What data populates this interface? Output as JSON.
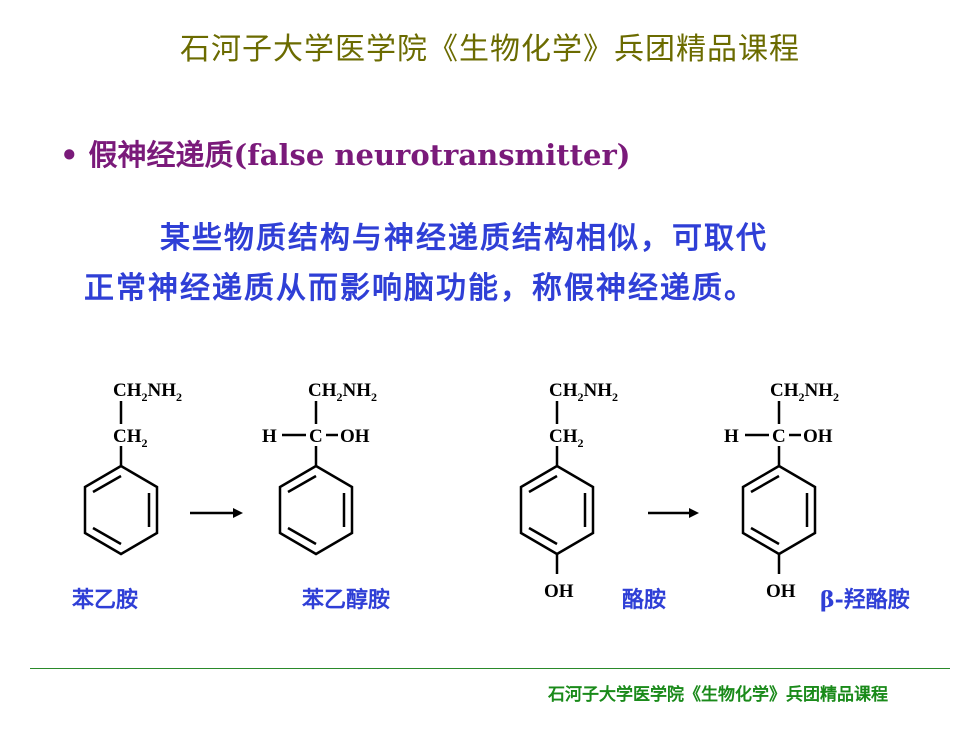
{
  "header": {
    "title": "石河子大学医学院《生物化学》兵团精品课程"
  },
  "bullet": {
    "marker": "•",
    "heading": "假神经递质(false neurotransmitter)"
  },
  "description": {
    "line1": "某些物质结构与神经递质结构相似，可取代",
    "line2": "正常神经递质从而影响脑功能，称假神经递质。"
  },
  "structures": {
    "ch2nh2_main": "CH",
    "ch2nh2_sub1": "2",
    "ch2nh2_mid": "NH",
    "ch2nh2_sub2": "2",
    "ch2_main": "CH",
    "ch2_sub": "2",
    "h_atom": "H",
    "c_atom": "C",
    "oh_group": "OH"
  },
  "compounds": [
    {
      "name": "苯乙胺"
    },
    {
      "name": "苯乙醇胺"
    },
    {
      "name": "酪胺"
    },
    {
      "name": "β-羟酪胺"
    }
  ],
  "footer": {
    "title": "石河子大学医学院《生物化学》兵团精品课程"
  },
  "colors": {
    "header": "#6b6b00",
    "bullet": "#7a1a7a",
    "description": "#2f3fd6",
    "footer": "#1a8a1a",
    "divider": "#2a8a2a"
  }
}
